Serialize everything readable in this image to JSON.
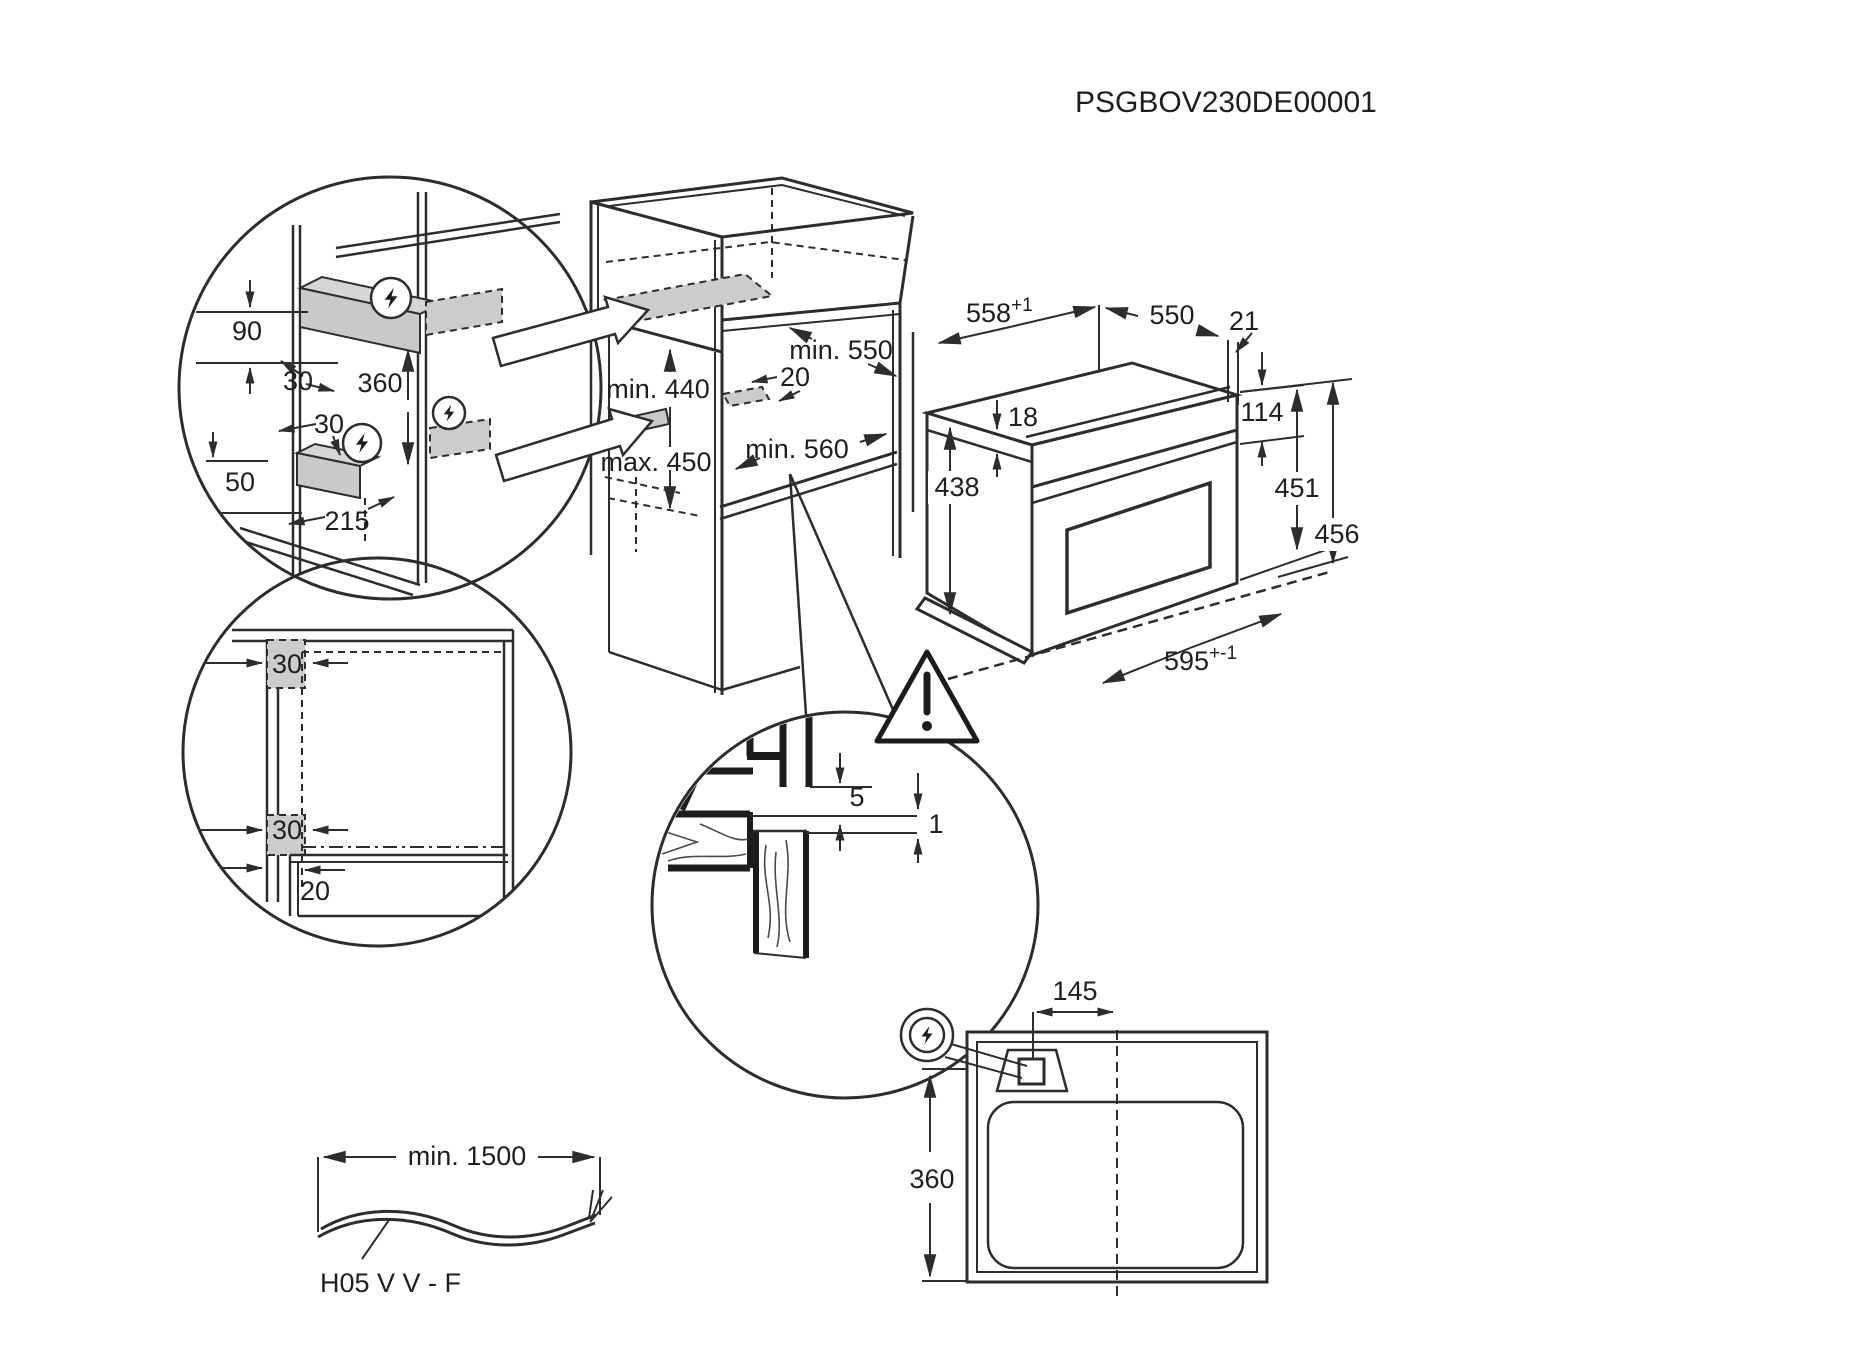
{
  "page": {
    "title": "PSGBOV230DE00001"
  },
  "colors": {
    "line": "#2d2d2d",
    "zone_fill": "#c9c9c9",
    "background": "#ffffff"
  },
  "diagrams": {
    "side_connection_detail": {
      "icon": "lightning-bolt",
      "dims": {
        "d90": "90",
        "d30_top": "30",
        "d360": "360",
        "d30_mid": "30",
        "d50": "50",
        "d215": "215"
      }
    },
    "front_connection_detail": {
      "dims": {
        "d30_top": "30",
        "d30_bottom": "30",
        "d20": "20"
      }
    },
    "cabinet_niche": {
      "dims": {
        "min_550": "min. 550",
        "d20": "20",
        "min_440": "min. 440",
        "max_450": "max. 450",
        "min_560": "min. 560"
      }
    },
    "oven_dimensions": {
      "dims": {
        "d558": "558",
        "d558_sup": "+1",
        "d550": "550",
        "d21": "21",
        "d18": "18",
        "d114": "114",
        "d438": "438",
        "d451": "451",
        "d456": "456",
        "d595": "595",
        "d595_sup": "+-1"
      }
    },
    "bottom_gap_detail": {
      "icon": "warning-triangle",
      "dims": {
        "d5": "5",
        "d1": "1"
      }
    },
    "rear_view": {
      "icon": "lightning-bolt",
      "dims": {
        "d145": "145",
        "d360": "360"
      }
    },
    "power_cable": {
      "dims": {
        "min_1500": "min. 1500"
      },
      "cable_type": "H05 V V - F"
    }
  }
}
